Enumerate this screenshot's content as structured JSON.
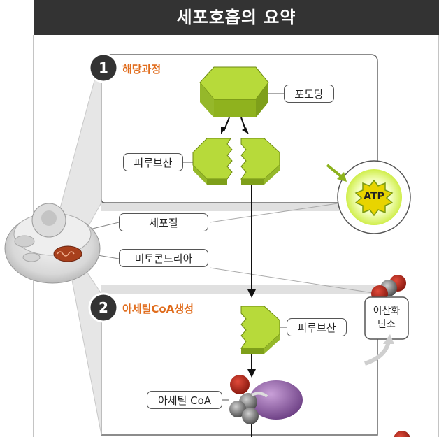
{
  "title": "세포호흡의 요약",
  "steps": [
    {
      "number": "1",
      "label": "해당과정"
    },
    {
      "number": "2",
      "label": "아세틸CoA생성"
    }
  ],
  "labels": {
    "glucose": "포도당",
    "pyruvate_1": "피루브산",
    "cytoplasm": "세포질",
    "mitochondria": "미토콘드리아",
    "pyruvate_2": "피루브산",
    "acetyl_coa": "아세틸 CoA",
    "atp": "ATP",
    "co2_line1": "이산화",
    "co2_line2": "탄소"
  },
  "colors": {
    "title_bg": "#333333",
    "accent_orange": "#e06c1c",
    "molecule_green": "#a9cf2f",
    "atp_glow": "#d8f24a",
    "panel_border": "#666666"
  }
}
